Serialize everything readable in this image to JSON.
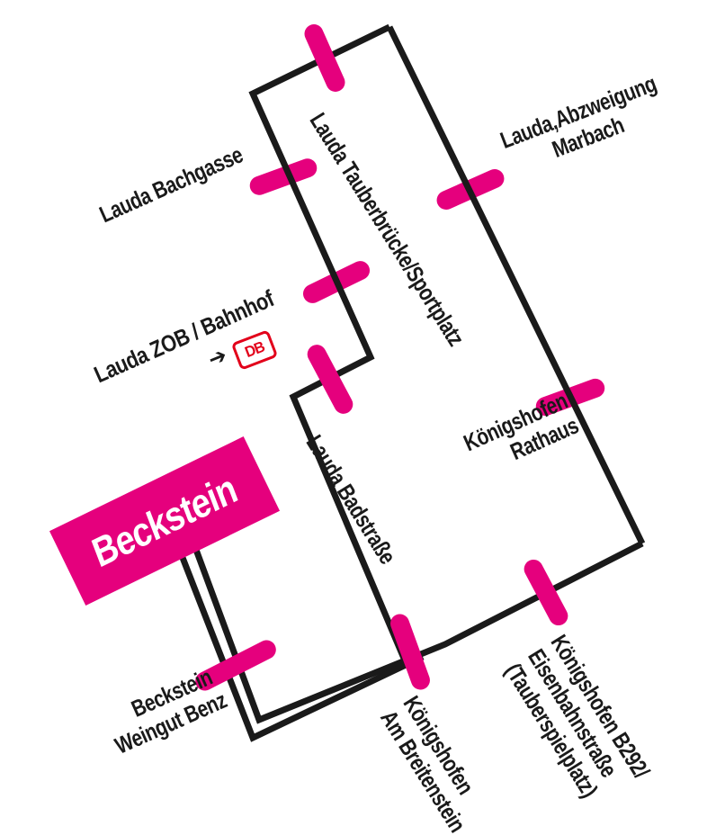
{
  "colors": {
    "route_line": "#1a1a1a",
    "stop_marker_pink": "#e5007d",
    "terminus_box_pink": "#e5007d",
    "db_logo_red": "#e2001a"
  },
  "terminus": {
    "label": "Beckstein"
  },
  "stops": {
    "bachgasse": {
      "label": "Lauda Bachgasse"
    },
    "tauberbruecke": {
      "label": "Lauda Tauberbrücke/Sportplatz"
    },
    "marbach": {
      "line1": "Lauda,Abzweigung",
      "line2": "Marbach"
    },
    "zob": {
      "label": "Lauda ZOB / Bahnhof",
      "arrow": "➔",
      "db_logo": "DB"
    },
    "rathaus": {
      "line1": "Königshofen",
      "line2": "Rathaus"
    },
    "badstrasse": {
      "label": "Lauda Badstraße"
    },
    "weingut": {
      "line1": "Beckstein",
      "line2": "Weingut Benz"
    },
    "breitenstein": {
      "line1": "Königshofen",
      "line2": "Am Breitenstein"
    },
    "b292": {
      "line1": "Königshofen B292/",
      "line2": "Eisenbahnstraße",
      "line3": "(Tauberspielplatz)"
    }
  }
}
